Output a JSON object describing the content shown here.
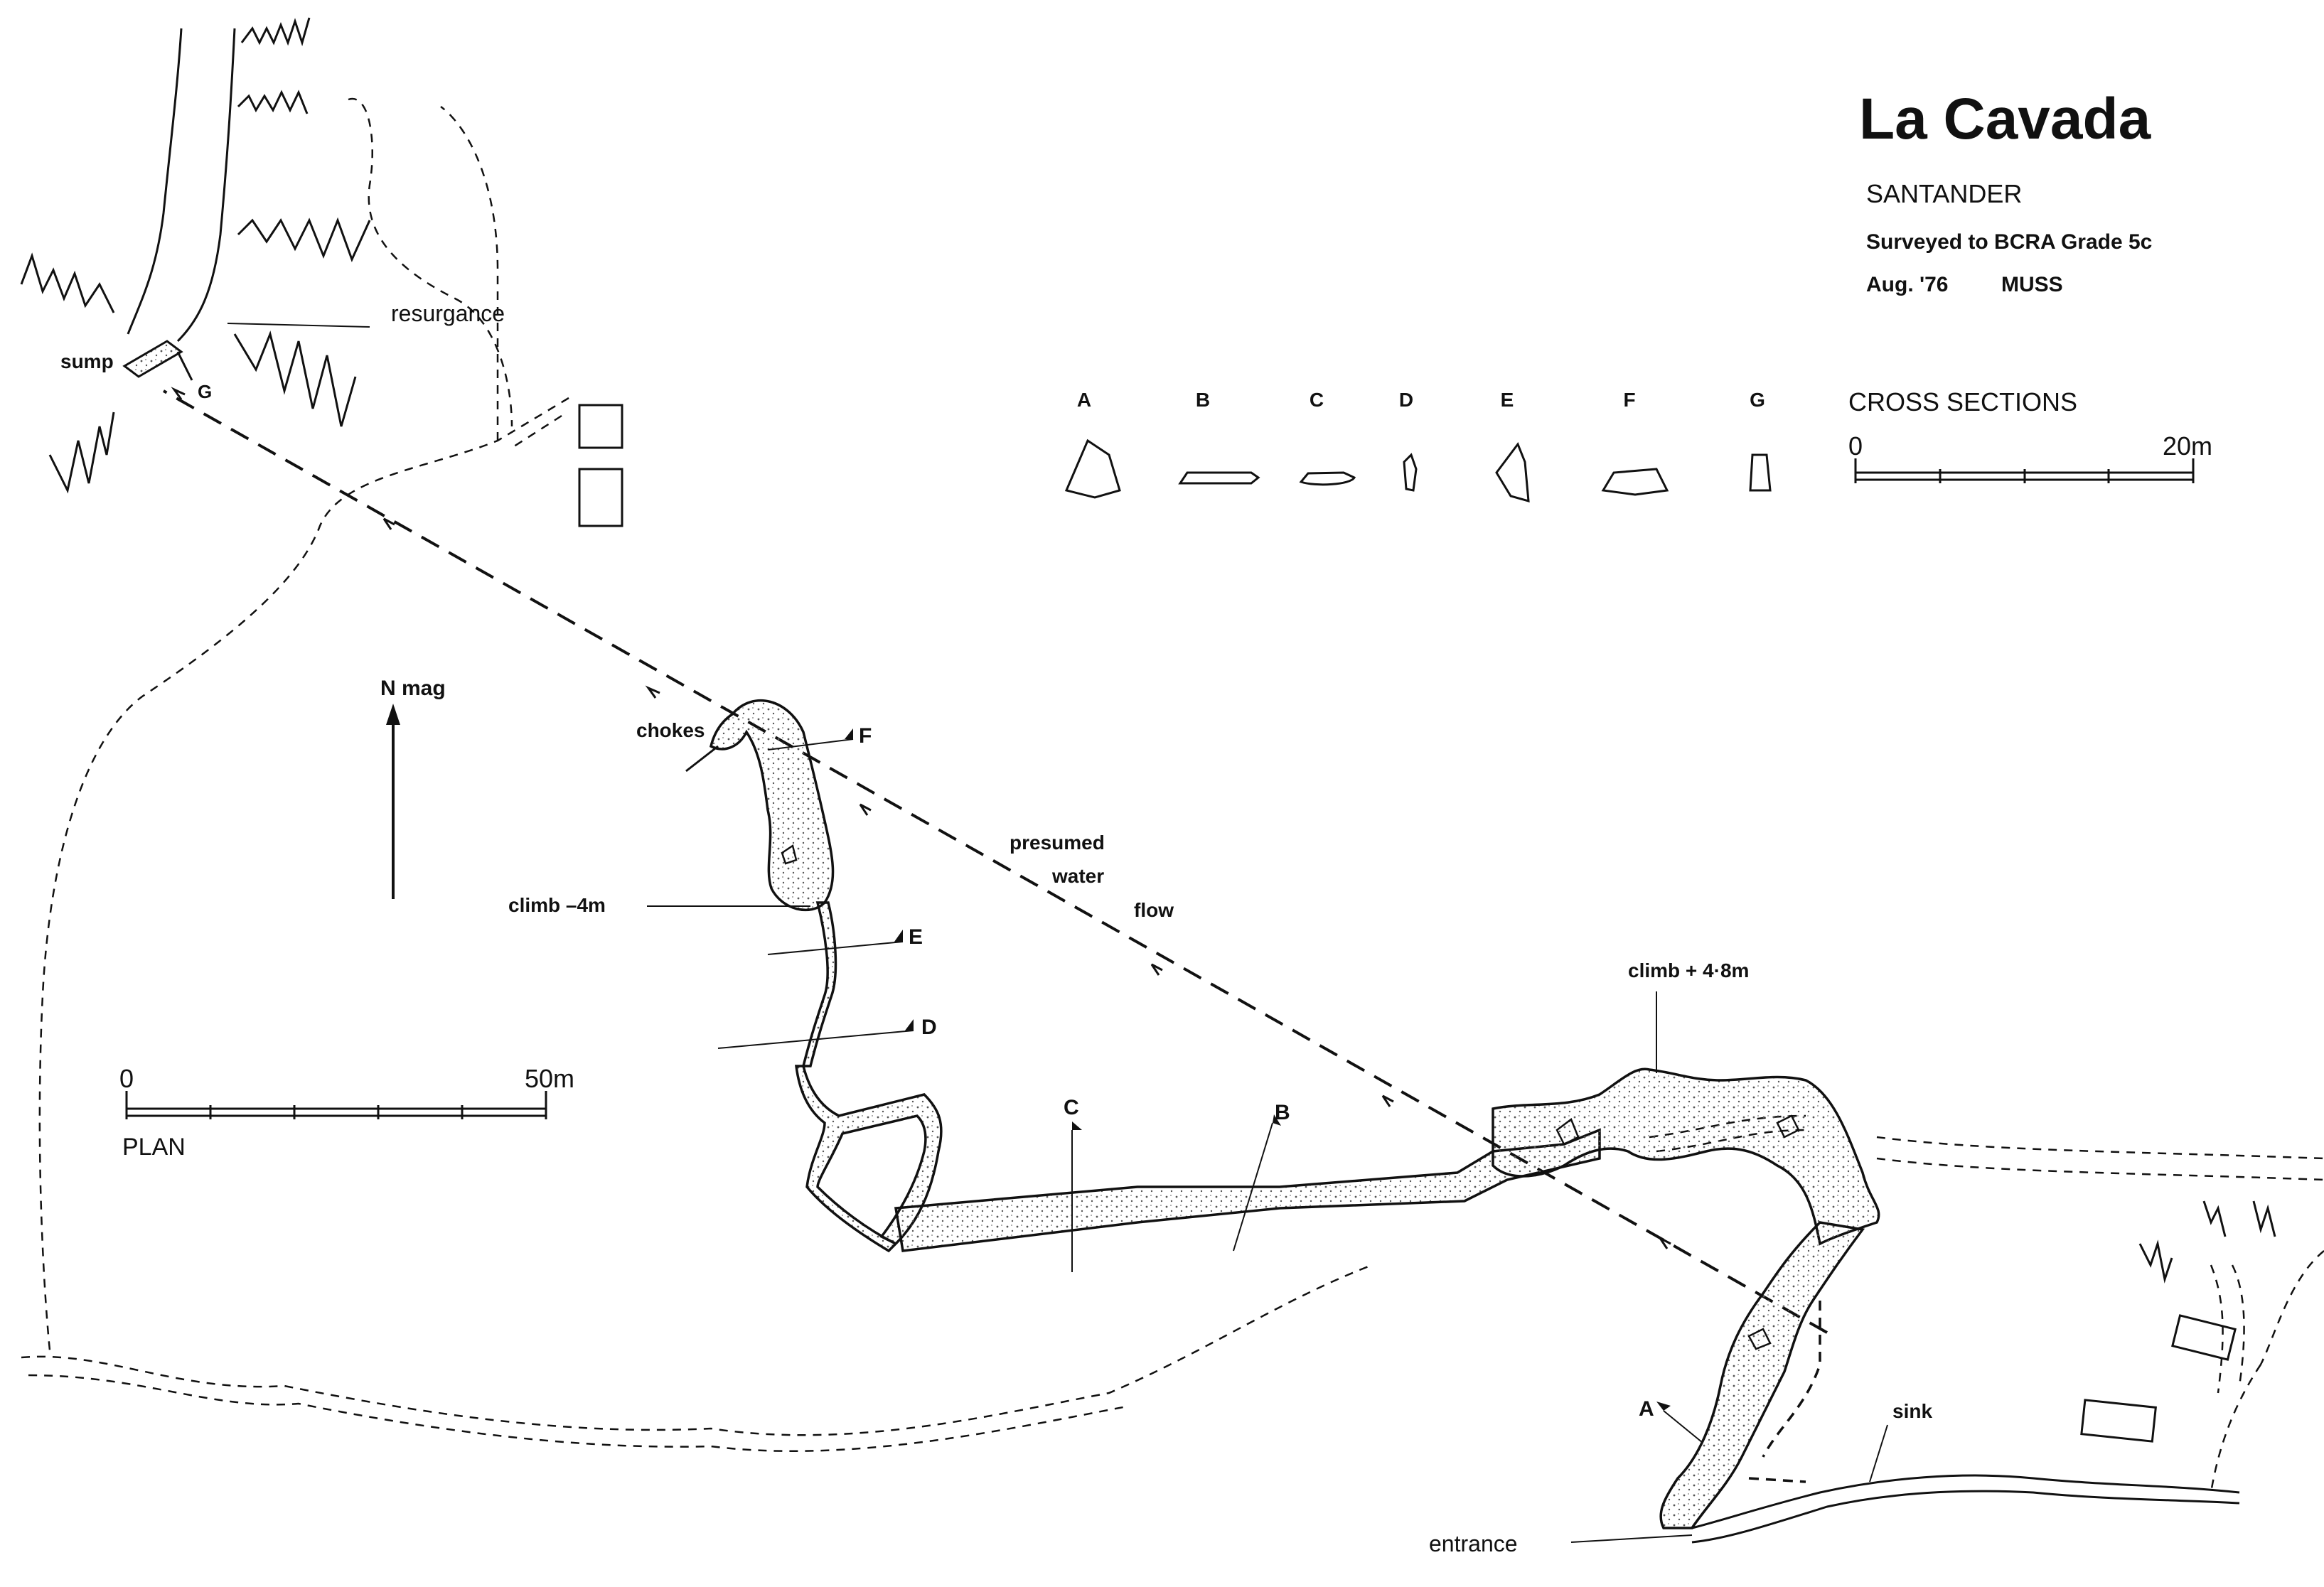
{
  "title": {
    "name": "La Cavada",
    "region": "SANTANDER",
    "survey_grade": "Surveyed to BCRA Grade 5c",
    "date": "Aug. '76",
    "club": "MUSS"
  },
  "cross_sections": {
    "heading": "CROSS SECTIONS",
    "letters": [
      "A",
      "B",
      "C",
      "D",
      "E",
      "F",
      "G"
    ],
    "scale_start": "0",
    "scale_end": "20m"
  },
  "plan": {
    "north_label": "N mag",
    "scale_start": "0",
    "scale_end": "50m",
    "caption": "PLAN"
  },
  "features": {
    "resurgance": "resurgance",
    "sump": "sump",
    "chokes": "chokes",
    "climb_down": "climb –4m",
    "climb_up": "climb + 4·8m",
    "presumed": "presumed",
    "water": "water",
    "flow": "flow",
    "sink": "sink",
    "entrance": "entrance"
  },
  "section_markers": {
    "A": "A",
    "B": "B",
    "C": "C",
    "D": "D",
    "E": "E",
    "F": "F",
    "G": "G"
  },
  "colors": {
    "ink": "#111111",
    "paper": "#ffffff",
    "stipple": "#555555"
  },
  "icons": [
    "north-arrow-icon",
    "vegetation-icon",
    "rock-symbol-icon"
  ]
}
